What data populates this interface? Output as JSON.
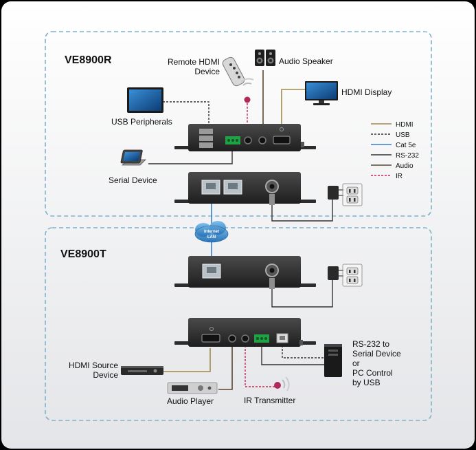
{
  "sections": {
    "receiver_title": "VE8900R",
    "transmitter_title": "VE8900T"
  },
  "labels": {
    "remote_hdmi_1": "Remote HDMI",
    "remote_hdmi_2": "Device",
    "audio_speaker": "Audio Speaker",
    "hdmi_display": "HDMI Display",
    "usb_peripherals": "USB Peripherals",
    "serial_device": "Serial Device",
    "hdmi_source_1": "HDMI Source",
    "hdmi_source_2": "Device",
    "audio_player": "Audio Player",
    "ir_transmitter": "IR Transmitter",
    "rs232_1": "RS-232 to",
    "rs232_2": "Serial Device",
    "rs232_3": "or",
    "rs232_4": "PC Control",
    "rs232_5": "by USB",
    "cloud_1": "Internet",
    "cloud_2": "LAN"
  },
  "legend": [
    {
      "label": "HDMI",
      "color": "#a08a4a",
      "style": "solid"
    },
    {
      "label": "USB",
      "color": "#333333",
      "style": "dashed"
    },
    {
      "label": "Cat 5e",
      "color": "#3b7fc4",
      "style": "solid"
    },
    {
      "label": "RS-232",
      "color": "#333333",
      "style": "solid"
    },
    {
      "label": "Audio",
      "color": "#5a4630",
      "style": "solid"
    },
    {
      "label": "IR",
      "color": "#c8265a",
      "style": "dashed"
    }
  ],
  "colors": {
    "panel_bg": "#ececef",
    "panel_border": "#7eb2c9",
    "device_body": "#2a2a2a",
    "device_accent": "#3f3f3f",
    "rj45_fill": "#b8c2c8",
    "terminal_green": "#22a046"
  }
}
